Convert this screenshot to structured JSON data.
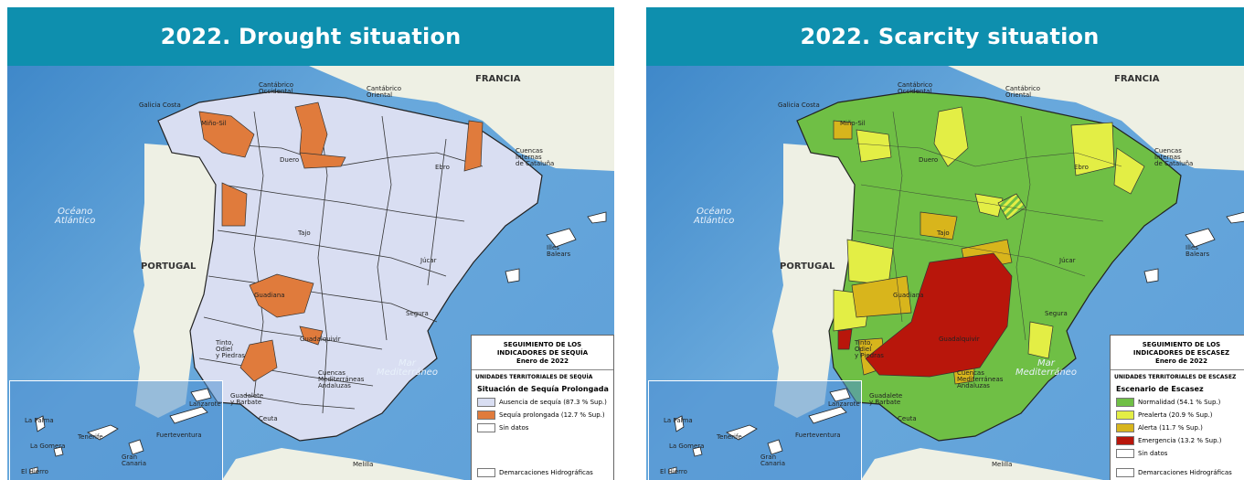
{
  "panels": [
    {
      "title": "2022. Drought situation",
      "legend": {
        "title": "SEGUIMIENTO DE LOS\nINDICADORES DE SEQUÍA\nEnero de 2022",
        "subtitle": "UNIDADES TERRITORIALES DE SEQUÍA",
        "scenario": "Situación de Sequía Prolongada",
        "items": [
          {
            "label": "Ausencia de sequía (87.3 % Sup.)",
            "color": "#d9def2",
            "share_pct": 87.3
          },
          {
            "label": "Sequía prolongada (12.7 % Sup.)",
            "color": "#e07b3c",
            "share_pct": 12.7
          },
          {
            "label": "Sin datos",
            "color": "#ffffff"
          }
        ],
        "footer": "Demarcaciones Hidrográficas"
      }
    },
    {
      "title": "2022. Scarcity situation",
      "legend": {
        "title": "SEGUIMIENTO DE LOS\nINDICADORES DE ESCASEZ\nEnero de 2022",
        "subtitle": "UNIDADES TERRITORIALES DE ESCASEZ",
        "scenario": "Escenario de Escasez",
        "items": [
          {
            "label": "Normalidad (54.1 % Sup.)",
            "color": "#6fbf45",
            "share_pct": 54.1
          },
          {
            "label": "Prealerta (20.9 % Sup.)",
            "color": "#e3ee45",
            "share_pct": 20.9
          },
          {
            "label": "Alerta (11.7 % Sup.)",
            "color": "#d8b51c",
            "share_pct": 11.7
          },
          {
            "label": "Emergencia (13.2 % Sup.)",
            "color": "#b8160b",
            "share_pct": 13.2
          },
          {
            "label": "Sin datos",
            "color": "#ffffff"
          }
        ],
        "footer": "Demarcaciones Hidrográficas"
      }
    }
  ],
  "map_labels": {
    "francia": "FRANCIA",
    "portugal": "PORTUGAL",
    "ocean": "Océano\nAtlántico",
    "mediterranean": "Mar\nMediterráneo",
    "galicia_costa": "Galicia Costa",
    "cantabrico_occ": "Cantábrico\nOccidental",
    "cantabrico_or": "Cantábrico\nOriental",
    "mino_sil": "Miño-Sil",
    "duero": "Duero",
    "ebro": "Ebro",
    "cuencas_cataluna": "Cuencas\nInternas\nde Cataluña",
    "tajo": "Tajo",
    "jucar": "Júcar",
    "guadiana": "Guadiana",
    "segura": "Segura",
    "guadalquivir": "Guadalquivir",
    "tinto_odiel": "Tinto,\nOdiel\ny Piedras",
    "guadalete": "Guadalete\ny Barbate",
    "cuencas_andaluzas": "Cuencas\nMediterráneas\nAndaluzas",
    "illes_balears": "Illes\nBalears",
    "ceuta": "Ceuta",
    "melilla": "Melilla",
    "lanzarote": "Lanzarote",
    "la_palma": "La Palma",
    "la_gomera": "La Gomera",
    "tenerife": "Tenerife",
    "fuerteventura": "Fuerteventura",
    "gran_canaria": "Gran\nCanaria",
    "el_hierro": "El Hierro"
  }
}
